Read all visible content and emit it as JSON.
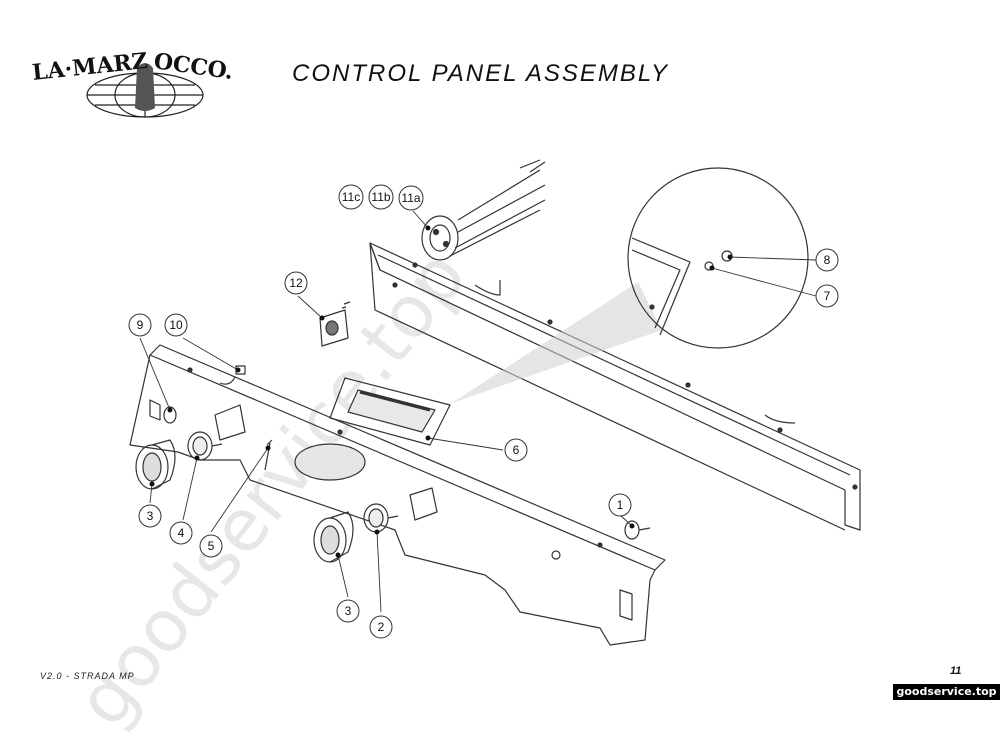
{
  "header": {
    "brand": "LA·MARZOCCO.",
    "title": "CONTROL PANEL ASSEMBLY"
  },
  "callouts": [
    {
      "label": "1"
    },
    {
      "label": "2"
    },
    {
      "label": "3"
    },
    {
      "label": "3"
    },
    {
      "label": "4"
    },
    {
      "label": "5"
    },
    {
      "label": "6"
    },
    {
      "label": "7"
    },
    {
      "label": "8"
    },
    {
      "label": "9"
    },
    {
      "label": "10"
    },
    {
      "label": "11a"
    },
    {
      "label": "11b"
    },
    {
      "label": "11c"
    },
    {
      "label": "12"
    }
  ],
  "footer": {
    "model": "V2.0 - STRADA MP",
    "page": "11",
    "site": "goodservice.top"
  },
  "watermark": "goodservice.top",
  "colors": {
    "line": "#333333",
    "detail_fill": "#cfcfcf",
    "badge_bg": "#000000"
  }
}
